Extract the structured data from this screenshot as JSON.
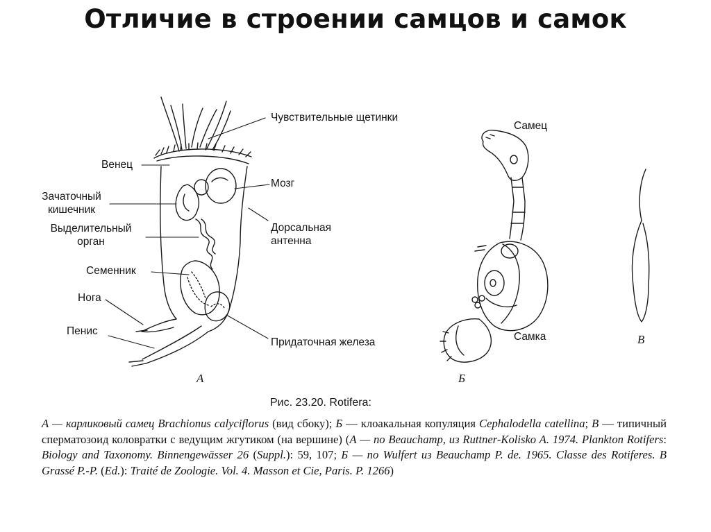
{
  "slide": {
    "title": "Отличие в строении самцов и самок"
  },
  "figure": {
    "labels": {
      "bristles": "Чувствительные щетинки",
      "corona": "Венец",
      "brain": "Мозг",
      "gut_line1": "Зачаточный",
      "gut_line2": "кишечник",
      "excretory_line1": "Выделительный",
      "excretory_line2": "орган",
      "dorsal_line1": "Дорсальная",
      "dorsal_line2": "антенна",
      "testis": "Семенник",
      "foot": "Нога",
      "penis": "Пенис",
      "accessory_gland": "Придаточная железа",
      "male": "Самец",
      "female": "Самка"
    },
    "panels": {
      "a": "А",
      "b": "Б",
      "c": "В"
    },
    "caption_heading": "Рис. 23.20. Rotifera:",
    "caption": {
      "p1": "А — карликовый самец ",
      "p2": "Brachionus calyciflorus",
      "p3": " (вид сбоку); ",
      "p4": "Б",
      "p5": " — клоакальная копуляция ",
      "p6": "Cephalodella catellina",
      "p7": "; ",
      "p8": "В",
      "p9": " — типичный сперматозоид коловратки с ведущим жгутиком (на вершине) (",
      "p10": "А — по Beauchamp, из Ruttner-Kolisko A. 1974. Plankton Rotifers",
      "p11": ": ",
      "p12": "Biology and Taxonomy. Binnengewässer 26",
      "p13": " (",
      "p14": "Suppl.",
      "p15": "): 59, 107; ",
      "p16": "Б — по Wulfert из Beauchamp P. de. 1965. Classe des Rotiferes. B Grassé P.-P.",
      "p17": " (",
      "p18": "Ed.",
      "p19": "): ",
      "p20": "Traité de Zoologie. Vol. 4. Masson et Cie, Paris. P. 1266",
      "p21": ")"
    }
  }
}
